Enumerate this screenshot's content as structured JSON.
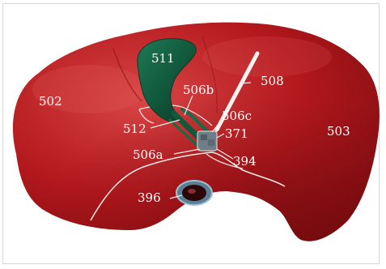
{
  "figure": {
    "labels": {
      "l511": "511",
      "l502": "502",
      "l508": "508",
      "l506b": "506b",
      "l506c": "506c",
      "l512": "512",
      "l371": "371",
      "l503": "503",
      "l506a": "506a",
      "l394": "394",
      "l396": "396"
    },
    "colors": {
      "liver": "#b3181d",
      "liver_highlight": "#d84545",
      "gallbladder": "#0f5a3c",
      "outline": "#f4e9e6"
    }
  }
}
